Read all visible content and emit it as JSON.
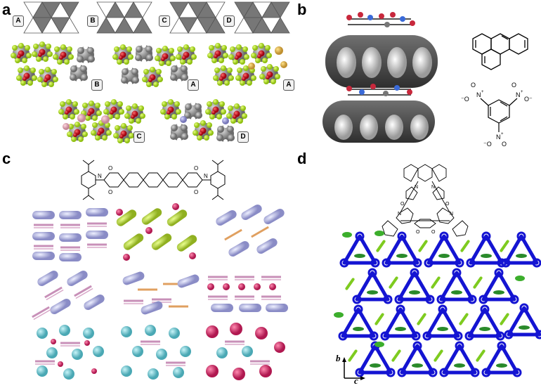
{
  "panels": {
    "a": "a",
    "b": "b",
    "c": "c",
    "d": "d"
  },
  "panel_a": {
    "pattern_labels": [
      "A",
      "B",
      "C",
      "D"
    ],
    "structure_labels": [
      "B",
      "A",
      "A",
      "C",
      "D"
    ]
  },
  "panel_d": {
    "axis_b": "b",
    "axis_c": "c"
  },
  "colors": {
    "fluorine_green": "#b5e61d",
    "oxygen_red": "#d2001e",
    "carbon_gray": "#8a8a8a",
    "dark_gray": "#4a4a4a",
    "cage_blue": "#1414d2",
    "guest_green": "#2a8a2a",
    "molecule_pink": "#d7a0c4",
    "molecule_lavender": "#b7b8e0",
    "cyan": "#7fd0d8",
    "magenta": "#d0306a"
  }
}
